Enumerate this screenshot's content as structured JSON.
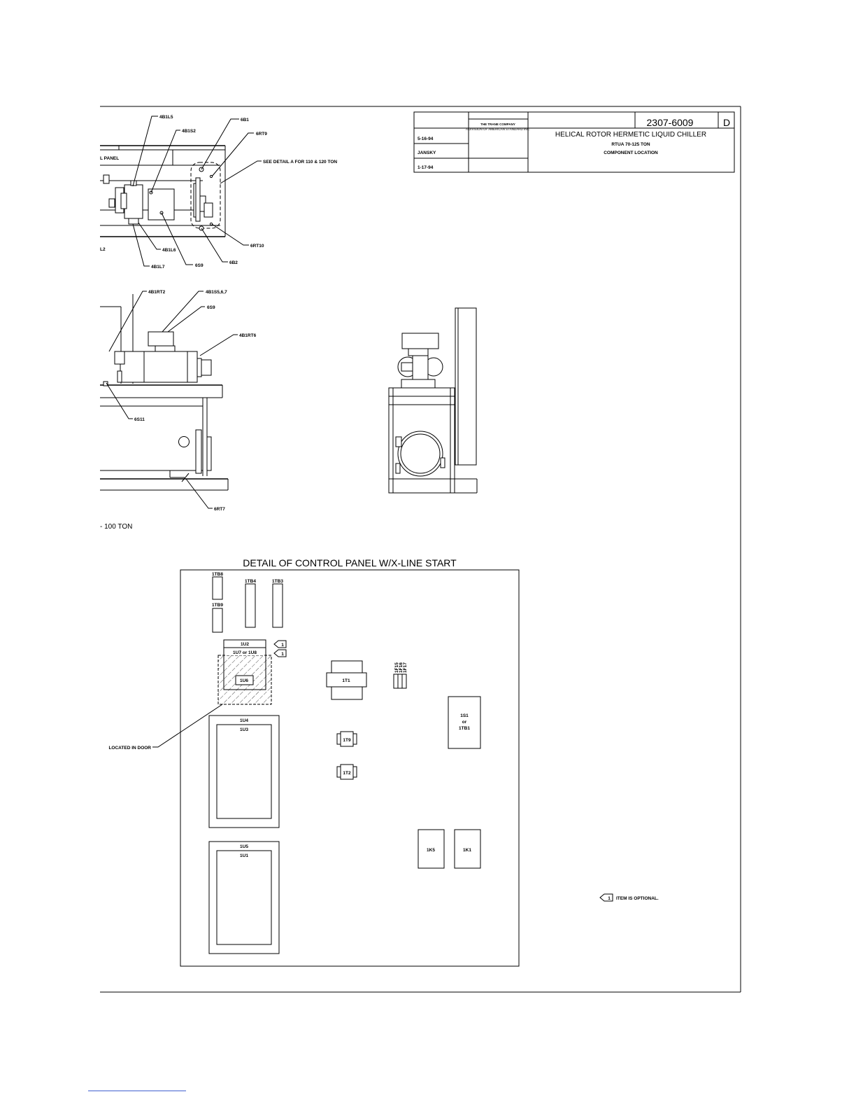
{
  "title_block": {
    "company": "THE TRANE COMPANY",
    "division": "A DIVISION OF AMERICAN STANDARD INC.",
    "drawing_number": "2307-6009",
    "revision": "D",
    "date_revised": "5-16-94",
    "drawn_by": "JANSKY",
    "date_drawn": "1-17-94",
    "title_line1": "HELICAL ROTOR HERMETIC LIQUID CHILLER",
    "title_line2": "RTUA 70-125 TON",
    "title_line3": "COMPONENT LOCATION"
  },
  "top_view": {
    "partial_label_panel": "L PANEL",
    "partial_label_l2": "L2",
    "callouts": [
      "4B1L5",
      "4B1S2",
      "6B1",
      "6RT9",
      "SEE DETAIL A FOR 110 & 120 TON",
      "6RT10",
      "6B2",
      "6S9",
      "4B1L6",
      "4B1L7"
    ]
  },
  "side_view": {
    "callouts": [
      "4B1RT2",
      "4B1S5,6,7",
      "6S9",
      "4B1RT6",
      "6S11",
      "6RT7"
    ],
    "caption": "-  100  TON"
  },
  "control_panel": {
    "title": "DETAIL  OF  CONTROL  PANEL  W/X-LINE  START",
    "located_in_door": "LOCATED  IN  DOOR",
    "components": {
      "tb8": "1TB8",
      "tb9": "1TB9",
      "tb4": "1TB4",
      "tb3": "1TB3",
      "u2": "1U2",
      "u7u8": "1U7  or  1U8",
      "u6": "1U6",
      "u4": "1U4",
      "u3": "1U3",
      "u5": "1U5",
      "u1": "1U1",
      "t1": "1T1",
      "t9": "1T9",
      "t2": "1T2",
      "f15": "1F15",
      "f16": "1F16",
      "f17": "1F17",
      "s1_line1": "1S1",
      "s1_line2": "or",
      "s1_line3": "1TB1",
      "k5": "1K5",
      "k1": "1K1"
    },
    "option_flag": "1"
  },
  "note": {
    "flag": "1",
    "text": "ITEM  IS  OPTIONAL."
  }
}
